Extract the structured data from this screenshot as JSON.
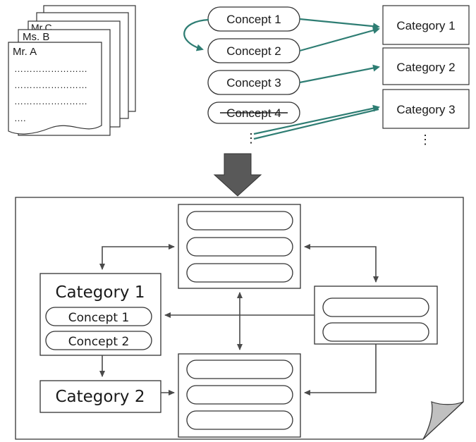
{
  "documents": {
    "back_label": "Mr.C",
    "mid_label": "Ms. B",
    "front_label": "Mr. A",
    "lines": [
      "……………………",
      "……………………",
      "……………………",
      "…."
    ]
  },
  "concepts": [
    "Concept 1",
    "Concept 2",
    "Concept 3",
    "Concept 4"
  ],
  "categories": [
    "Category 1",
    "Category 2",
    "Category 3"
  ],
  "ellipsis": "⋮",
  "result": {
    "category1": {
      "title": "Category 1",
      "concepts": [
        "Concept 1",
        "Concept 2"
      ]
    },
    "category2": {
      "title": "Category 2"
    }
  },
  "colors": {
    "teal_arrow": "#2e7d73",
    "dark_arrow": "#4a4a4a",
    "down_arrow_fill": "#595959",
    "page_fold": "#c0c0c0"
  }
}
